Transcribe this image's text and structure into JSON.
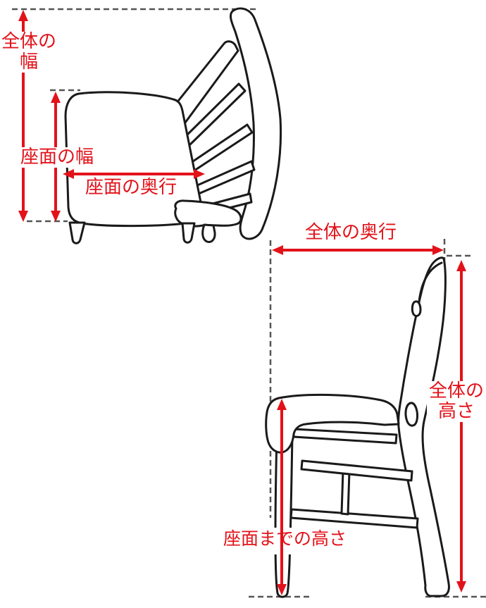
{
  "colors": {
    "dimension_red": "#e2121a",
    "line_black": "#1a1a1a",
    "dash_gray": "#555555",
    "background": "#ffffff"
  },
  "labels": {
    "overall_width": {
      "line1": "全体の",
      "line2": "幅"
    },
    "seat_width": "座面の幅",
    "seat_depth": "座面の奥行",
    "overall_depth": "全体の奥行",
    "overall_height": {
      "line1": "全体の",
      "line2": "高さ"
    },
    "seat_to_floor_height": "座面までの高さ"
  }
}
